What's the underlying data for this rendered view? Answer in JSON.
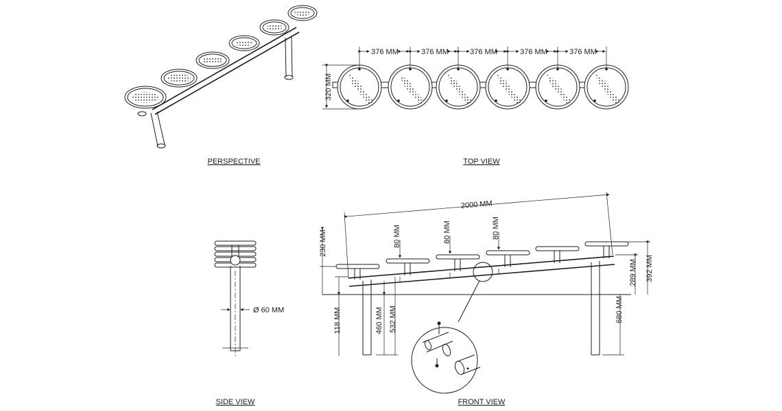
{
  "captions": {
    "perspective": "PERSPECTIVE",
    "top_view": "TOP VIEW",
    "side_view": "SIDE VIEW",
    "front_view": "FRONT VIEW"
  },
  "top_view": {
    "spacing_labels": [
      "376 MM",
      "376 MM",
      "376 MM",
      "376 MM",
      "376 MM"
    ],
    "depth_label": "320 MM"
  },
  "side_view": {
    "diameter_label": "Ø 60 MM"
  },
  "front_view": {
    "length_label": "2000 MM",
    "seat_offset_labels": [
      "80 MM",
      "80 MM",
      "80 MM"
    ],
    "left_labels": [
      "230 MM",
      "118 MM",
      "460 MM",
      "532 MM"
    ],
    "right_labels": [
      "289 MM",
      "392 MM",
      "680 MM"
    ]
  }
}
